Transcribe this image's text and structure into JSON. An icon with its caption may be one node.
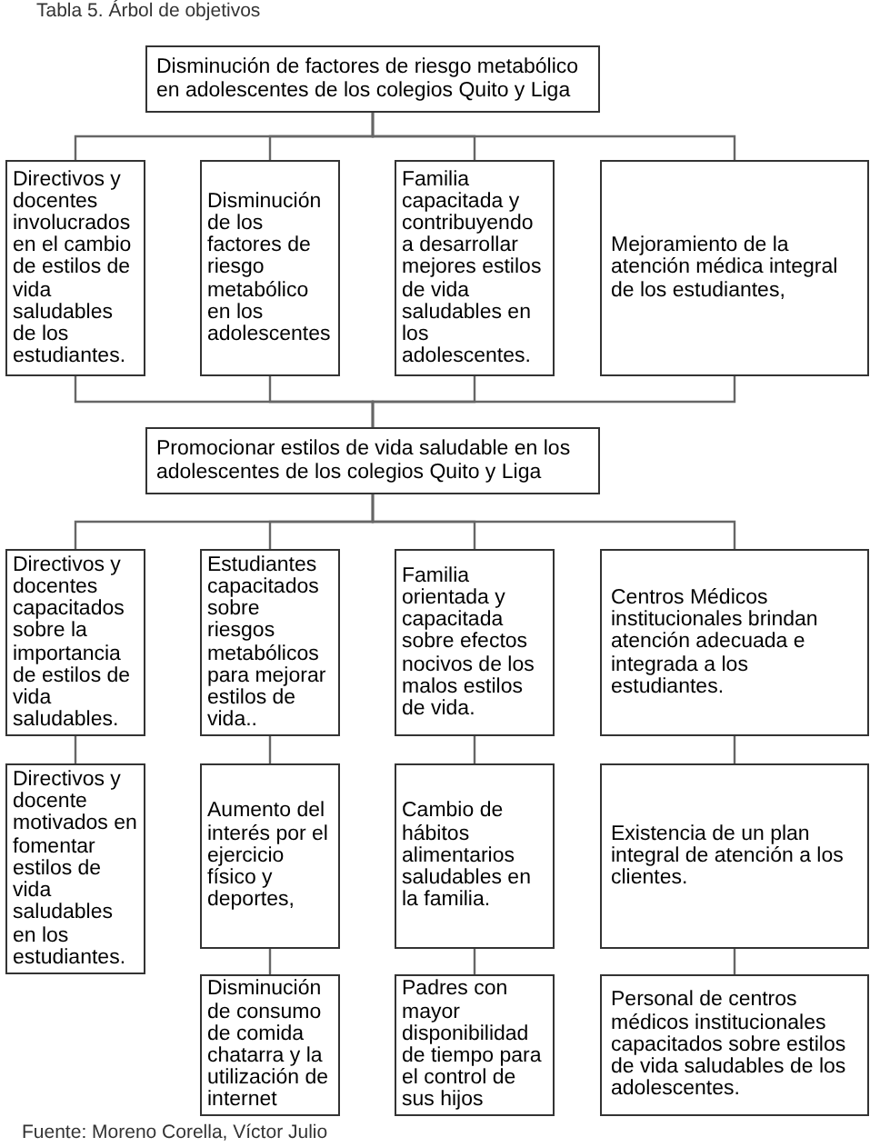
{
  "diagram": {
    "title": "Tabla 5. Árbol de objetivos",
    "caption": "Fuente: Moreno Corella, Víctor Julio",
    "nodes": [
      {
        "text": [
          "Disminución de factores de riesgo metabólico en adolescentes de los colegios  Quito y Liga"
        ]
      },
      {
        "text": [
          "Directivos y docentes involucrados en el cambio de estilos de vida saludables de los estudiantes."
        ]
      },
      {
        "text": [
          "Disminución de los factores de riesgo metabólico en los adolescentes"
        ]
      },
      {
        "text": [
          "Familia capacitada y contribuyendo a desarrollar mejores estilos de vida saludables en los adolescentes."
        ]
      },
      {
        "text": [
          "Mejoramiento de la atención médica integral de los estudiantes,"
        ]
      },
      {
        "text": [
          "Promocionar  estilos de vida saludable en los adolescentes de los colegios  Quito y Liga"
        ]
      },
      {
        "text": [
          "Directivos y docentes capacitados sobre la importancia de estilos de vida saludables."
        ]
      },
      {
        "text": [
          "Estudiantes capacitados sobre riesgos metabólicos para mejorar estilos de vida.."
        ]
      },
      {
        "text": [
          "Familia orientada y capacitada sobre efectos nocivos de los malos estilos de vida."
        ]
      },
      {
        "text": [
          "Centros Médicos institucionales brindan atención adecuada e integrada a los estudiantes."
        ]
      },
      {
        "text": [
          "Directivos y docente motivados en fomentar estilos de vida saludables en los estudiantes."
        ]
      },
      {
        "text": [
          "Aumento del interés por el ejercicio físico y deportes,"
        ]
      },
      {
        "text": [
          "Cambio de hábitos alimentarios saludables en la familia."
        ]
      },
      {
        "text": [
          "Existencia de un plan integral de atención a los clientes."
        ]
      },
      {
        "text": [
          "Disminución de consumo de comida chatarra y la utilización de internet"
        ]
      },
      {
        "text": [
          "Padres con mayor disponibilidad de tiempo para el control de sus hijos"
        ]
      },
      {
        "text": [
          "Personal de centros médicos institucionales capacitados sobre estilos de vida saludables de los adolescentes."
        ]
      }
    ],
    "edges": [
      {
        "from": 0,
        "to": 1,
        "arrow": "none"
      },
      {
        "from": 0,
        "to": 2,
        "arrow": "none"
      },
      {
        "from": 0,
        "to": 3,
        "arrow": "none"
      },
      {
        "from": 0,
        "to": 4,
        "arrow": "none"
      },
      {
        "from": 1,
        "to": 5,
        "arrow": "none"
      },
      {
        "from": 2,
        "to": 5,
        "arrow": "none"
      },
      {
        "from": 3,
        "to": 5,
        "arrow": "none"
      },
      {
        "from": 4,
        "to": 5,
        "arrow": "none"
      },
      {
        "from": 5,
        "to": 6,
        "arrow": "none"
      },
      {
        "from": 5,
        "to": 7,
        "arrow": "none"
      },
      {
        "from": 5,
        "to": 8,
        "arrow": "none"
      },
      {
        "from": 5,
        "to": 9,
        "arrow": "none"
      },
      {
        "from": 6,
        "to": 10,
        "arrow": "none"
      },
      {
        "from": 7,
        "to": 11,
        "arrow": "none"
      },
      {
        "from": 8,
        "to": 12,
        "arrow": "none"
      },
      {
        "from": 9,
        "to": 13,
        "arrow": "none"
      },
      {
        "from": 11,
        "to": 14,
        "arrow": "none"
      },
      {
        "from": 12,
        "to": 15,
        "arrow": "none"
      },
      {
        "from": 13,
        "to": 16,
        "arrow": "none"
      }
    ]
  }
}
